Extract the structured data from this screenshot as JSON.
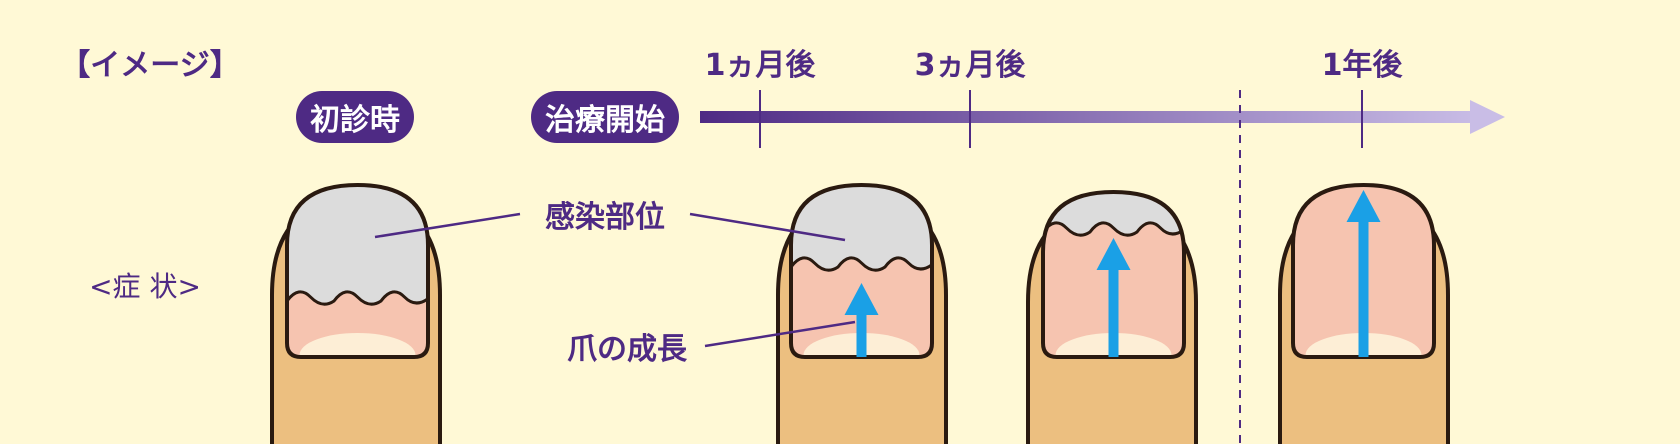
{
  "title": "【イメージ】",
  "symptom_label": "<症 状>",
  "stages": {
    "first_visit": "初診時",
    "treatment_start": "治療開始"
  },
  "timeline": {
    "ticks": [
      "1ヵ月後",
      "3ヵ月後",
      "1年後"
    ]
  },
  "annotations": {
    "infected_area": "感染部位",
    "nail_growth": "爪の成長"
  },
  "colors": {
    "background": "#fff9d6",
    "accent": "#4e2a84",
    "finger": "#ecbf80",
    "nail": "#f6c4b0",
    "infected": "#dcdcdc",
    "growth_arrow": "#1aa0e6"
  }
}
